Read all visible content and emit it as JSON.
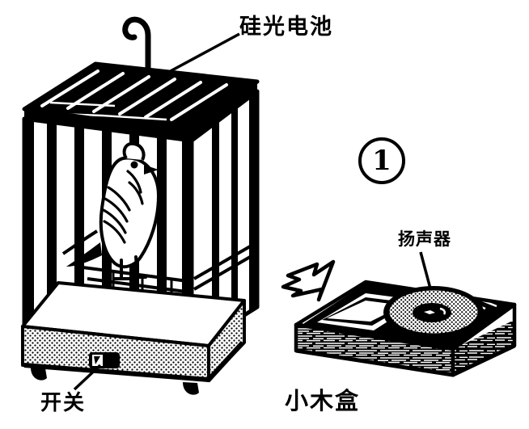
{
  "figure": {
    "number": "1",
    "background_color": "#ffffff",
    "ink_color": "#000000",
    "title_labels": {
      "photocell": "硅光电池",
      "switch": "开关",
      "wood_box": "小木盒",
      "speaker": "扬声器"
    },
    "parts": [
      {
        "name": "silicon-photocell",
        "label": "硅光电池"
      },
      {
        "name": "switch",
        "label": "开关"
      },
      {
        "name": "wooden-box",
        "label": "小木盒"
      },
      {
        "name": "loudspeaker",
        "label": "扬声器"
      }
    ],
    "icons": {
      "arrow": "arrow-left-icon",
      "hook": "hook-icon",
      "bird": "bird-icon",
      "speaker_cone": "speaker-cone-icon"
    }
  }
}
